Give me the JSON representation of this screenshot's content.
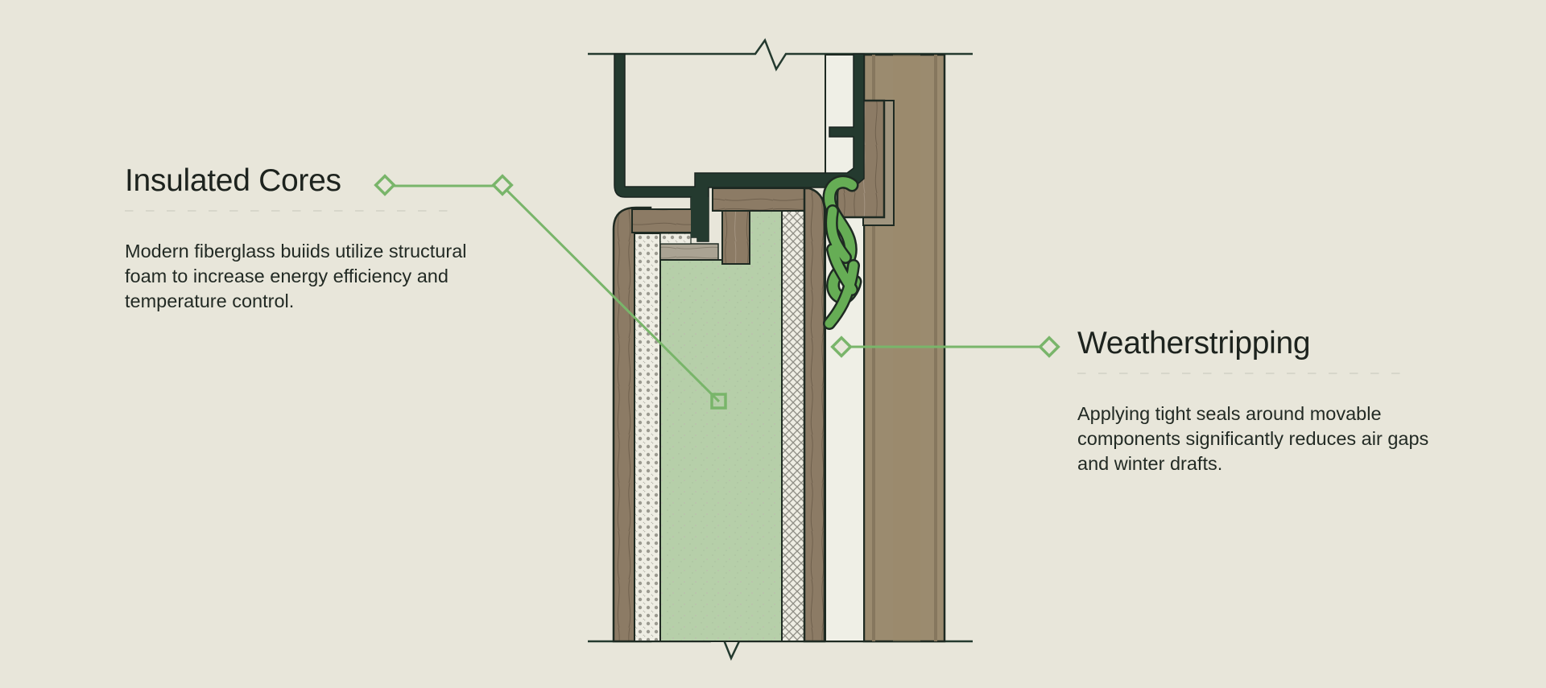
{
  "callouts": {
    "insulated_cores": {
      "title": "Insulated Cores",
      "body": "Modern fiberglass buiids utilize structural foam to increase energy efficiency and temperature control."
    },
    "weatherstripping": {
      "title": "Weatherstripping",
      "body": "Applying tight seals around movable components significantly reduces air gaps and winter drafts."
    }
  },
  "colors": {
    "background": "#e8e6da",
    "frame_dark": "#243a2f",
    "wood": "#8e7d67",
    "wood_dark_jamb": "#9a8a6e",
    "foam_core": "#b6cfa9",
    "weatherstrip": "#66ad55",
    "leader_line": "#79b56a",
    "outline": "#1e2a22",
    "text": "#1d231e"
  }
}
